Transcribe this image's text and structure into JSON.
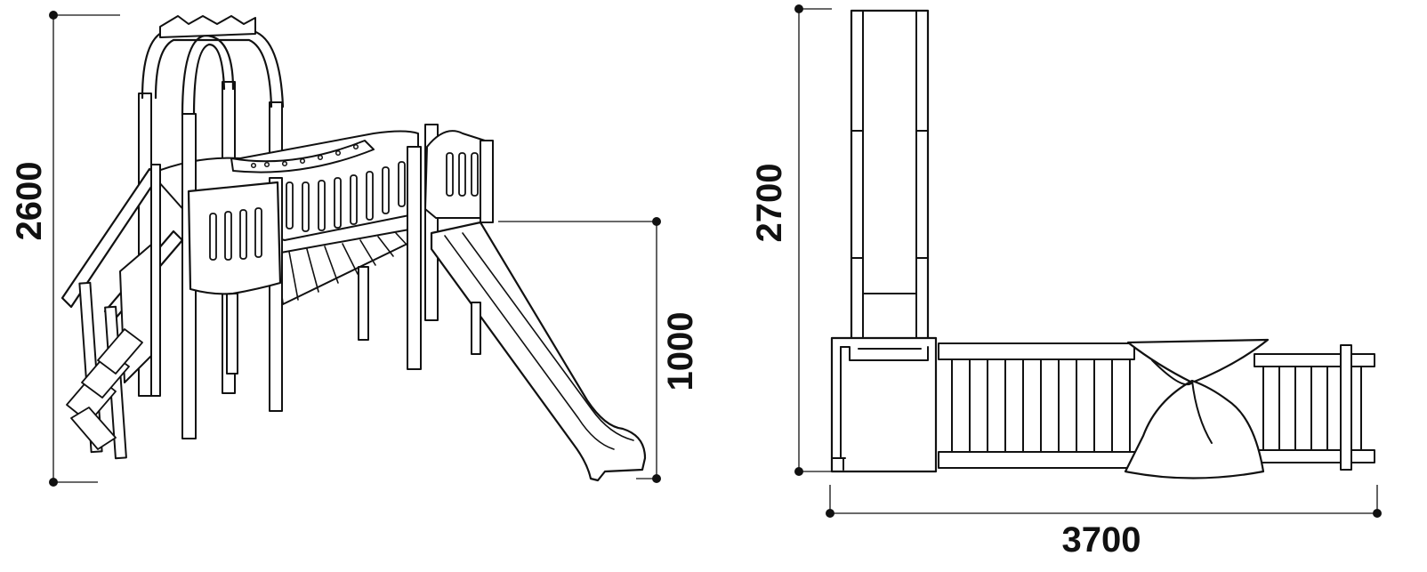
{
  "dimensions": {
    "height_total": "2600",
    "platform_height": "1000",
    "depth": "2700",
    "width": "3700"
  },
  "colors": {
    "ink": "#111111",
    "background": "#ffffff"
  }
}
